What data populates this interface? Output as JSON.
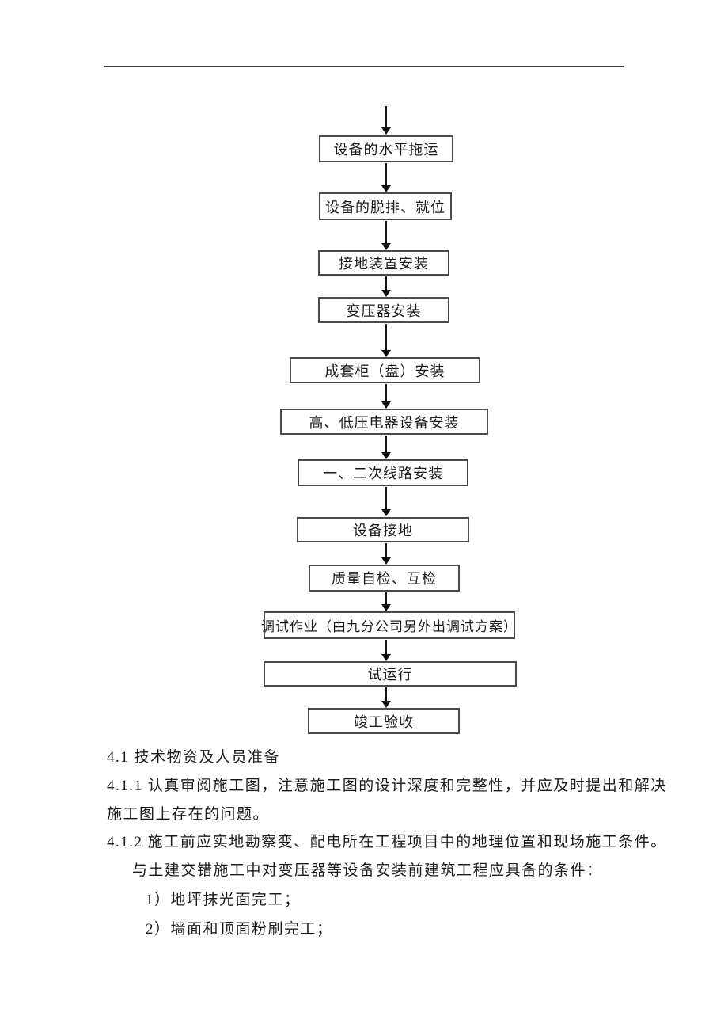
{
  "colors": {
    "text": "#1c1c1c",
    "box_border": "#4a4a4a",
    "header_rule": "#3d3d3d",
    "arrow": "#111111",
    "background": "#ffffff"
  },
  "flowchart": {
    "steps": [
      "设备的水平拖运",
      "设备的脱排、就位",
      "接地装置安装",
      "变压器安装",
      "成套柜（盘）安装",
      "高、低压电器设备安装",
      "一、二次线路安装",
      "设备接地",
      "质量自检、互检",
      "调试作业（由九分公司另外出调试方案）",
      "试运行",
      "竣工验收"
    ]
  },
  "text": {
    "lines": [
      "4.1 技术物资及人员准备",
      "4.1.1 认真审阅施工图，注意施工图的设计深度和完整性，并应及时提出和解决",
      "施工图上存在的问题。",
      "4.1.2 施工前应实地勘察变、配电所在工程项目中的地理位置和现场施工条件。",
      "与土建交错施工中对变压器等设备安装前建筑工程应具备的条件：",
      "1）地坪抹光面完工；",
      "2）墙面和顶面粉刷完工；"
    ]
  }
}
